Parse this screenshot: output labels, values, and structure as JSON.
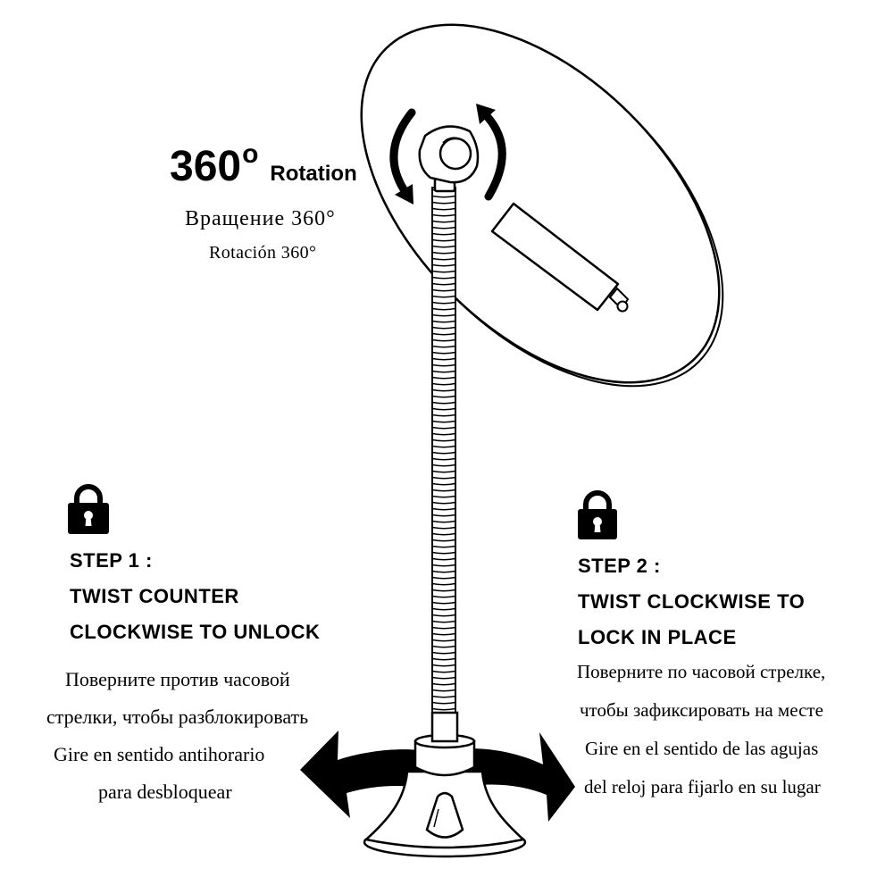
{
  "colors": {
    "ink": "#000000",
    "background": "#ffffff"
  },
  "icons": {
    "rotation_arrows": "circular-rotation-arrows",
    "step1_lock": "padlock",
    "step2_lock": "padlock",
    "twist_left": "counterclockwise-curved-arrow",
    "twist_right": "clockwise-curved-arrow"
  },
  "rotation": {
    "value": "360",
    "degree_mark": "o",
    "label": "Rotation",
    "ru": "Вращение 360°",
    "es": "Rotación 360°"
  },
  "steps": [
    {
      "heading": "STEP 1 :",
      "en": [
        "TWIST COUNTER",
        "CLOCKWISE TO UNLOCK"
      ],
      "ru": [
        "Поверните против часовой",
        "стрелки, чтобы разблокировать"
      ],
      "es": [
        "Gire en sentido antihorario",
        "para desbloquear"
      ]
    },
    {
      "heading": "STEP 2 :",
      "en": [
        "TWIST CLOCKWISE TO",
        "LOCK IN PLACE"
      ],
      "ru": [
        "Поверните по часовой стрелке,",
        "чтобы зафиксировать на месте"
      ],
      "es": [
        "Gire en el sentido de las agujas",
        "del reloj para fijarlo en su lugar"
      ]
    }
  ]
}
